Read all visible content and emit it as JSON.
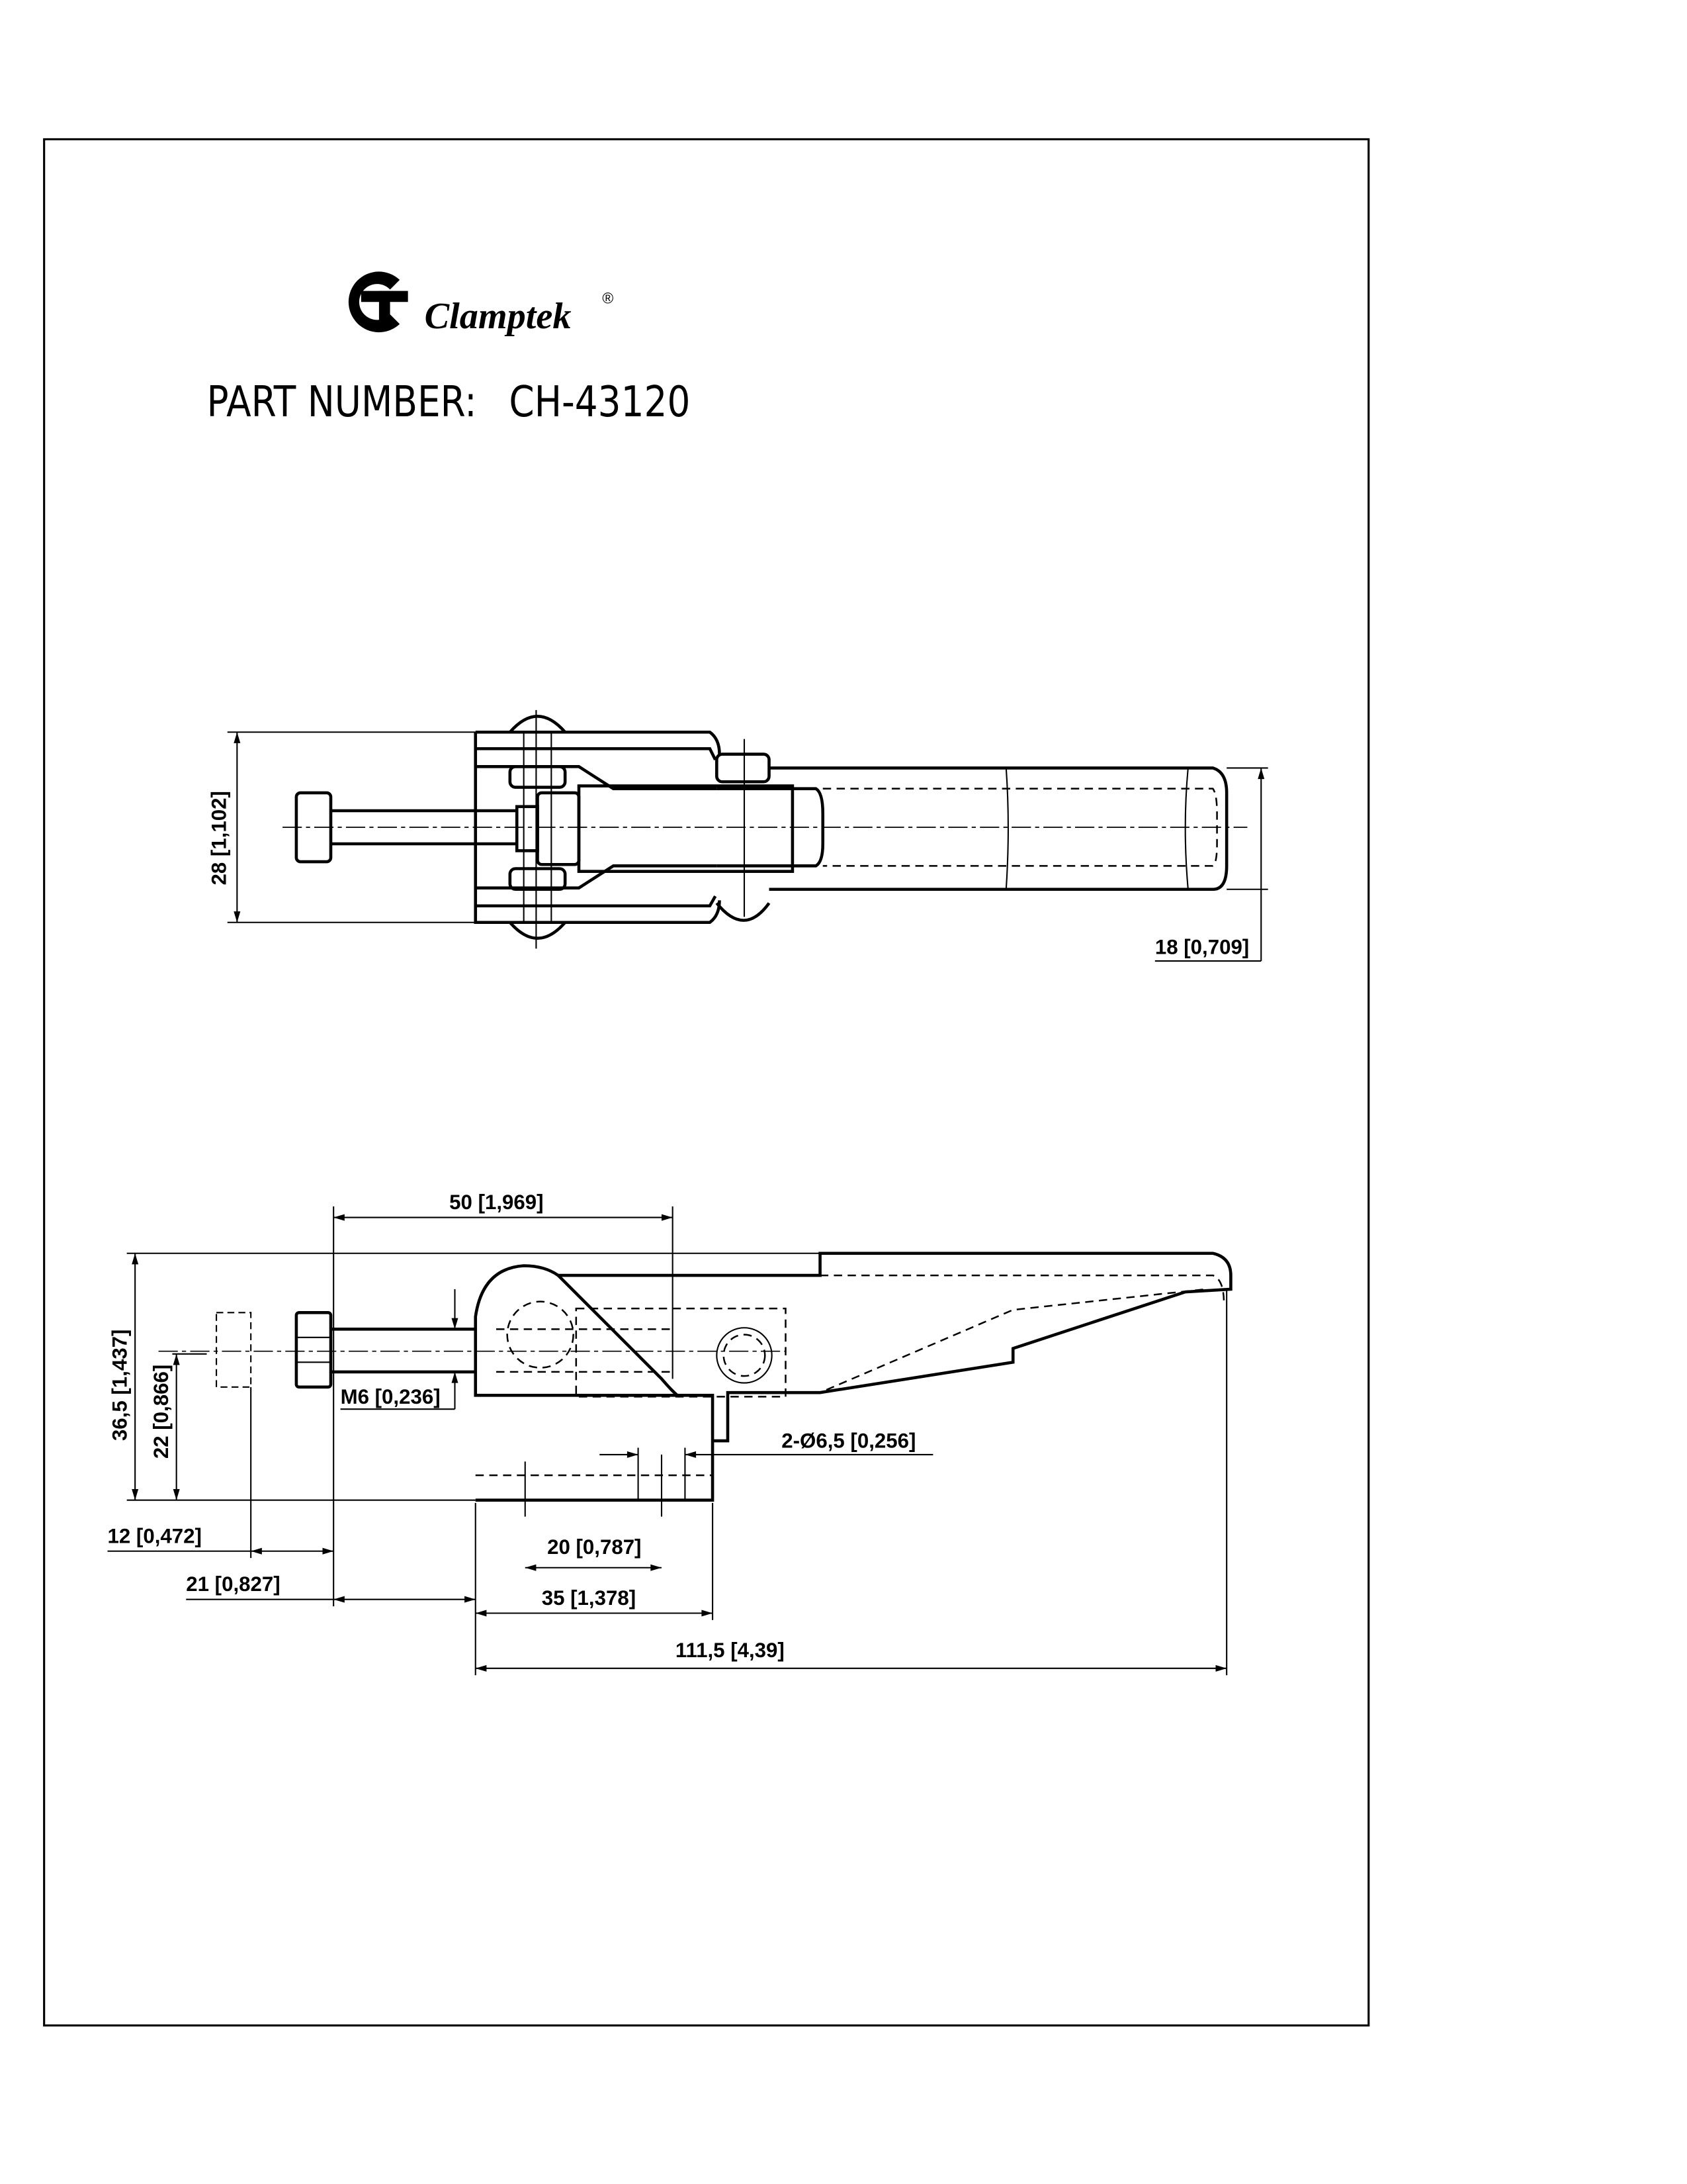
{
  "brand": {
    "name": "Clamptek",
    "registered": "®",
    "logo_letters": "CT"
  },
  "part_number": {
    "label": "PART NUMBER:",
    "value": "CH-43120"
  },
  "top_view": {
    "dims": {
      "height": "28 [1,102]",
      "handle_width": "18 [0,709]"
    }
  },
  "side_view": {
    "dims": {
      "stroke": "50 [1,969]",
      "total_height": "36,5 [1,437]",
      "spindle_height": "22 [0,866]",
      "thread": "M6 [0,236]",
      "holes": "2-Ø6,5 [0,256]",
      "retract": "12 [0,472]",
      "spindle_offset": "21 [0,827]",
      "hole_spacing": "20 [0,787]",
      "base_length": "35 [1,378]",
      "overall_length": "111,5 [4,39]"
    }
  }
}
